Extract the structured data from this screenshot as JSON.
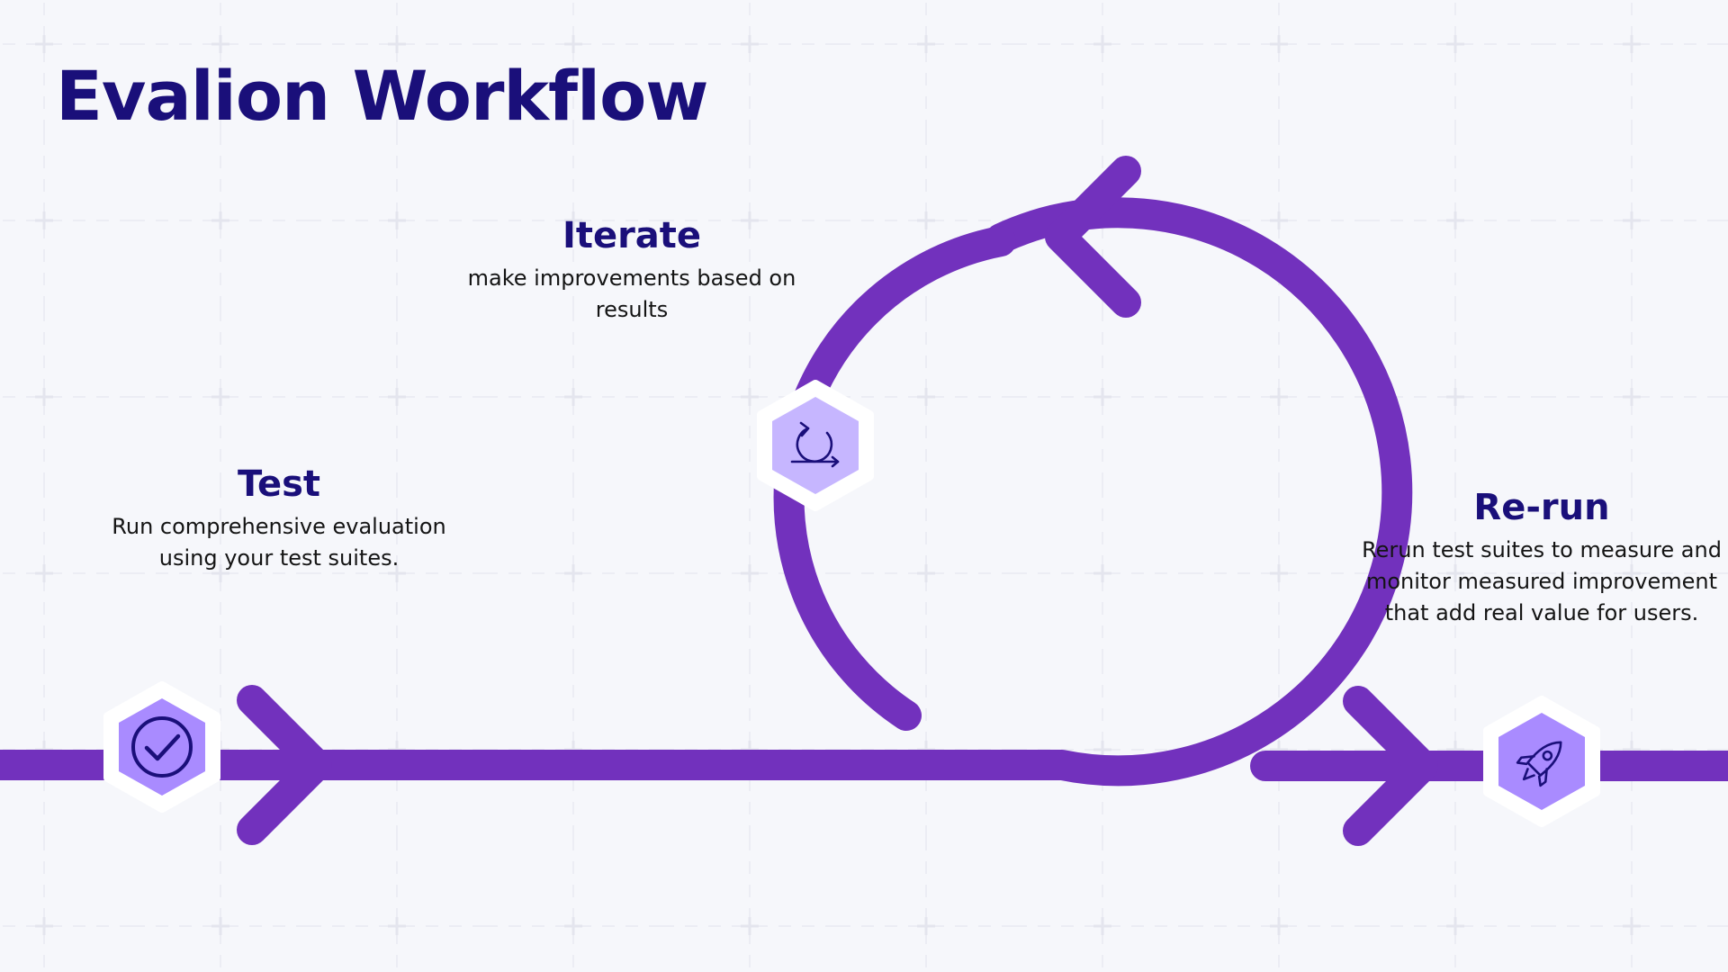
{
  "title": "Evalion Workflow",
  "colors": {
    "background": "#f6f7fb",
    "flow": "#7231bd",
    "title": "#1a0f7a",
    "hex_icon_fill": "#a98bff",
    "hex_icon_fill_light": "#c6b6ff",
    "icon_stroke": "#1a0f7a"
  },
  "steps": [
    {
      "id": "test",
      "title": "Test",
      "description": "Run comprehensive evaluation using your test suites.",
      "icon": "check-circle-icon"
    },
    {
      "id": "iterate",
      "title": "Iterate",
      "description": "make improvements based on results",
      "icon": "iterate-loop-icon"
    },
    {
      "id": "rerun",
      "title": "Re-run",
      "description": "Rerun test suites to measure and monitor measured improvement that add real value for users.",
      "icon": "rocket-icon"
    }
  ]
}
